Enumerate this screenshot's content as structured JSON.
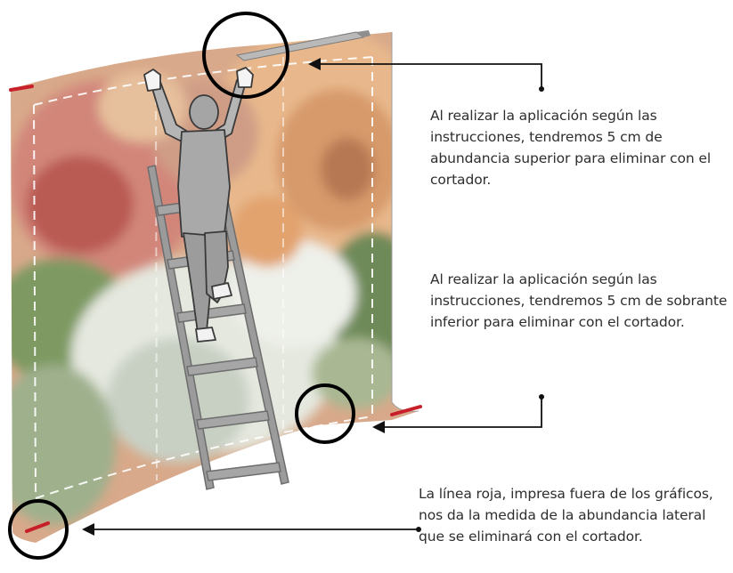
{
  "annotations": {
    "top_allowance": "Al realizar la aplicación según las instrucciones, tendremos 5 cm de abundancia superior para eliminar con el cortador.",
    "bottom_allowance": "Al realizar la aplicación según las instrucciones, tendremos 5 cm de sobrante inferior para eliminar con el cortador.",
    "side_allowance": "La línea roja, impresa fuera de los gráficos, nos da la medida de la abundancia lateral que se eliminará con el cortador."
  },
  "colors": {
    "marker_red": "#c8202a",
    "callout_line": "#111111",
    "wallpaper_peach": "#e8b88c",
    "wallpaper_rose": "#c96a5e",
    "wallpaper_green": "#6e8a58",
    "wallpaper_white": "#e9ece4",
    "figure_gray": "#a9a9a9"
  }
}
